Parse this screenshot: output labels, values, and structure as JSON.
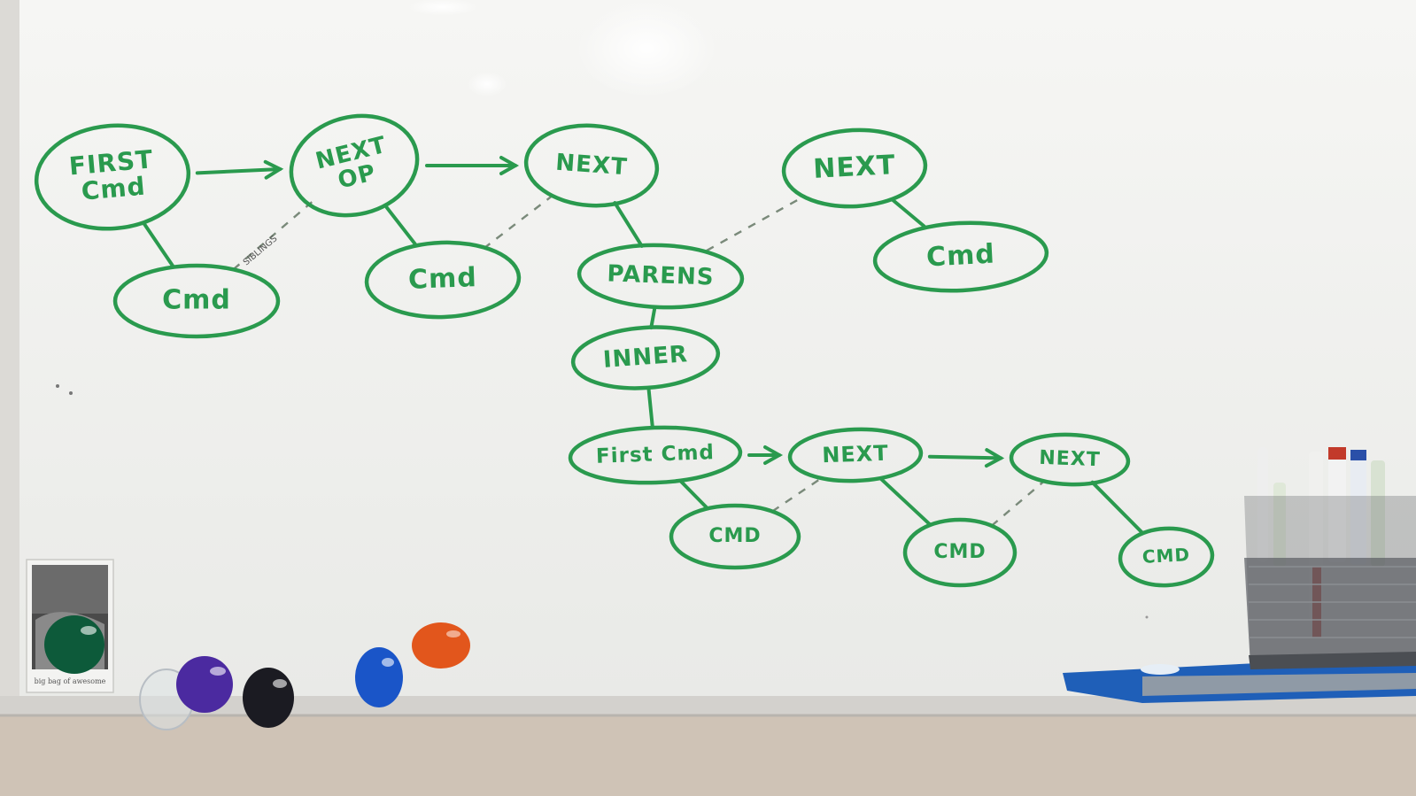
{
  "board": {
    "colors": {
      "marker": "#2a9a4e",
      "dashed": "#7a8a7a",
      "board": "#f1f2f0",
      "wall": "#cfc3b6",
      "frame": "#dedcd8"
    }
  },
  "diagram": {
    "nodes": [
      {
        "id": "n1",
        "lines": [
          "FIRST",
          "Cmd"
        ]
      },
      {
        "id": "n2",
        "lines": [
          "Cmd"
        ]
      },
      {
        "id": "n3",
        "lines": [
          "NEXT",
          "OP"
        ]
      },
      {
        "id": "n4",
        "lines": [
          "Cmd"
        ]
      },
      {
        "id": "n5",
        "lines": [
          "NEXT"
        ]
      },
      {
        "id": "n6",
        "lines": [
          "PARENS"
        ]
      },
      {
        "id": "n7",
        "lines": [
          "NEXT"
        ]
      },
      {
        "id": "n8",
        "lines": [
          "Cmd"
        ]
      },
      {
        "id": "n9",
        "lines": [
          "INNER"
        ]
      },
      {
        "id": "n10",
        "lines": [
          "First Cmd"
        ]
      },
      {
        "id": "n11",
        "lines": [
          "CMD"
        ]
      },
      {
        "id": "n12",
        "lines": [
          "NEXT"
        ]
      },
      {
        "id": "n13",
        "lines": [
          "CMD"
        ]
      },
      {
        "id": "n14",
        "lines": [
          "NEXT"
        ]
      },
      {
        "id": "n15",
        "lines": [
          "CMD"
        ]
      }
    ],
    "edges": [
      {
        "from": "n1",
        "to": "n3",
        "kind": "arrow"
      },
      {
        "from": "n3",
        "to": "n5",
        "kind": "arrow"
      },
      {
        "from": "n1",
        "to": "n2",
        "kind": "solid"
      },
      {
        "from": "n3",
        "to": "n4",
        "kind": "solid"
      },
      {
        "from": "n2",
        "to": "n3",
        "kind": "dashed"
      },
      {
        "from": "n4",
        "to": "n5",
        "kind": "dashed"
      },
      {
        "from": "n5",
        "to": "n6",
        "kind": "solid"
      },
      {
        "from": "n6",
        "to": "n7",
        "kind": "dashed"
      },
      {
        "from": "n7",
        "to": "n8",
        "kind": "solid"
      },
      {
        "from": "n6",
        "to": "n9",
        "kind": "solid"
      },
      {
        "from": "n9",
        "to": "n10",
        "kind": "solid"
      },
      {
        "from": "n10",
        "to": "n12",
        "kind": "arrow"
      },
      {
        "from": "n12",
        "to": "n14",
        "kind": "arrow"
      },
      {
        "from": "n10",
        "to": "n11",
        "kind": "solid"
      },
      {
        "from": "n11",
        "to": "n12",
        "kind": "dashed"
      },
      {
        "from": "n12",
        "to": "n13",
        "kind": "solid"
      },
      {
        "from": "n13",
        "to": "n14",
        "kind": "dashed"
      },
      {
        "from": "n14",
        "to": "n15",
        "kind": "solid"
      }
    ],
    "scribble_note": "SIBLINGS"
  },
  "objects": {
    "magnets": [
      {
        "name": "clear-magnet",
        "color": "#dfe3e6"
      },
      {
        "name": "purple-magnet",
        "color": "#4b2aa0"
      },
      {
        "name": "black-magnet",
        "color": "#1b1b22"
      },
      {
        "name": "blue-magnet",
        "color": "#1a55c8"
      },
      {
        "name": "orange-magnet",
        "color": "#e2561c"
      },
      {
        "name": "green-magnet",
        "color": "#0d5a3a"
      }
    ],
    "photo_caption": "big bag of awesome"
  }
}
